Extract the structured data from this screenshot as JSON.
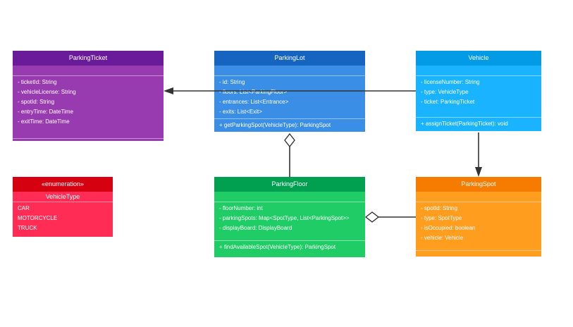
{
  "classes": {
    "parking_ticket": {
      "name": "ParkingTicket",
      "attributes": [
        "- ticketId: String",
        "- vehicleLicense: String",
        "- spotId: String",
        "- entryTime: DateTime",
        "- exitTime: DateTime"
      ],
      "color": "#993bb0"
    },
    "parking_lot": {
      "name": "ParkingLot",
      "attributes": [
        "- id: String",
        "- floors: List<ParkingFloor>",
        "- entrances: List<Entrance>",
        "- exits: List<Exit>"
      ],
      "methods": [
        "+ getParkingSpot(VehicleType): ParkingSpot"
      ],
      "color": "#3a8ee6"
    },
    "vehicle": {
      "name": "Vehicle",
      "attributes": [
        "- licenseNumber: String",
        "- type: VehicleType",
        "- ticket: ParkingTicket"
      ],
      "methods": [
        "+ assignTicket(ParkingTicket): void"
      ],
      "color": "#1ab3ff"
    },
    "vehicle_type": {
      "stereotype": "«enumeration»",
      "name": "VehicleType",
      "values": [
        "CAR",
        "MOTORCYCLE",
        "TRUCK"
      ],
      "color": "#ff2d55"
    },
    "parking_floor": {
      "name": "ParkingFloor",
      "attributes": [
        "- floorNumber: int",
        "- parkingSpots: Map<SpotType, List<ParkingSpot>>",
        "- displayBoard: DisplayBoard"
      ],
      "methods": [
        "+ findAvailableSpot(VehicleType): ParkingSpot"
      ],
      "color": "#1fcc66"
    },
    "parking_spot": {
      "name": "ParkingSpot",
      "attributes": [
        "- spotId: String",
        "- type: SpotType",
        "- isOccupied: boolean",
        "- vehicle: Vehicle"
      ],
      "color": "#ff9d1f"
    }
  },
  "relations": [
    {
      "from": "Vehicle",
      "to": "ParkingTicket",
      "type": "association-arrow"
    },
    {
      "from": "ParkingLot",
      "to": "ParkingFloor",
      "type": "aggregation"
    },
    {
      "from": "Vehicle",
      "to": "ParkingSpot",
      "type": "association-arrow"
    },
    {
      "from": "ParkingFloor",
      "to": "ParkingSpot",
      "type": "aggregation"
    }
  ]
}
